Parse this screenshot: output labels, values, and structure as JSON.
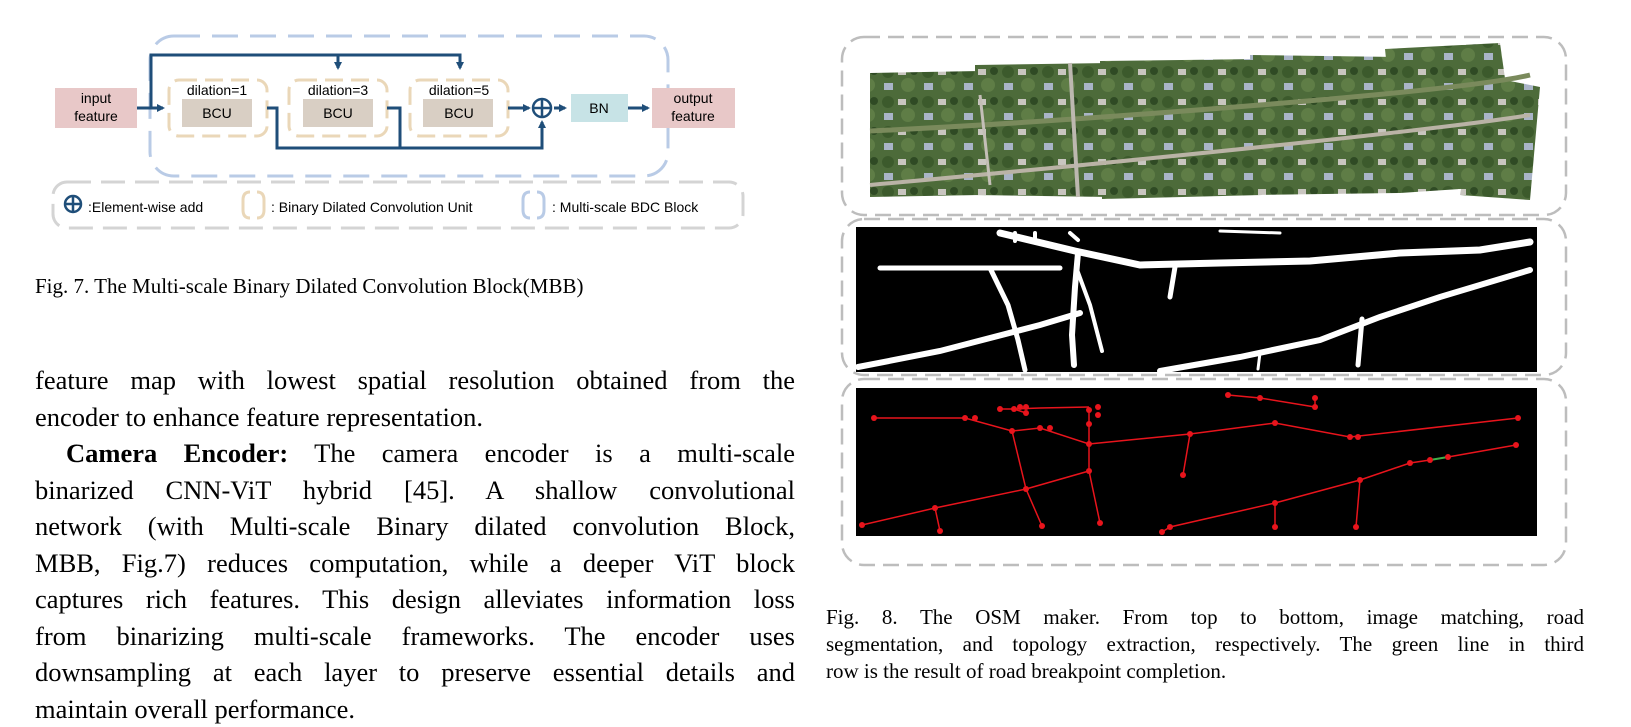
{
  "fig7": {
    "input_label_1": "input",
    "input_label_2": "feature",
    "output_label_1": "output",
    "output_label_2": "feature",
    "bcu_blocks": [
      {
        "dilation": "dilation=1",
        "label": "BCU"
      },
      {
        "dilation": "dilation=3",
        "label": "BCU"
      },
      {
        "dilation": "dilation=5",
        "label": "BCU"
      }
    ],
    "bn_label": "BN",
    "legend": {
      "add": ":Element-wise add",
      "bcu": ": Binary Dilated Convolution Unit",
      "mbb": ": Multi-scale BDC Block"
    },
    "colors": {
      "arrow": "#1f4e79",
      "io_box": "#e8c8c8",
      "bcu_box": "#d9cfc4",
      "bcu_border": "#ead7b8",
      "mbb_border": "#b9cbe6",
      "bn_box": "#c7e3e6",
      "legend_border": "#d4d4d4"
    },
    "caption": "Fig. 7.  The Multi-scale Binary Dilated Convolution Block(MBB)"
  },
  "body_text": {
    "p1_line1": "feature map with lowest spatial resolution obtained from the",
    "p1_line2": "encoder to enhance feature representation.",
    "p2_bold": "Camera Encoder:",
    "p2_line1_rest": " The camera encoder is a multi-scale",
    "p2_line2": "binarized CNN-ViT hybrid [45]. A shallow convolutional",
    "p2_line3": "network (with Multi-scale Binary dilated convolution Block,",
    "p2_line4": "MBB, Fig.7) reduces computation, while a deeper ViT block",
    "p2_line5": "captures rich features. This design alleviates information loss",
    "p2_line6": "from binarizing multi-scale frameworks. The encoder uses",
    "p2_line7": "downsampling at each layer to preserve essential details and",
    "p2_line8": "maintain overall performance."
  },
  "fig8": {
    "caption_line1": "Fig. 8.   The OSM maker. From top to bottom, image matching, road",
    "caption_line2": "segmentation, and topology extraction, respectively. The green line in third",
    "caption_line3": "row is the result of road breakpoint completion.",
    "colors": {
      "panel_border": "#bdbdbd",
      "road": "#ffffff",
      "topology": "#e8141c",
      "completion": "#3fae49",
      "aerial_vegetation": "#4d6b3a"
    }
  }
}
